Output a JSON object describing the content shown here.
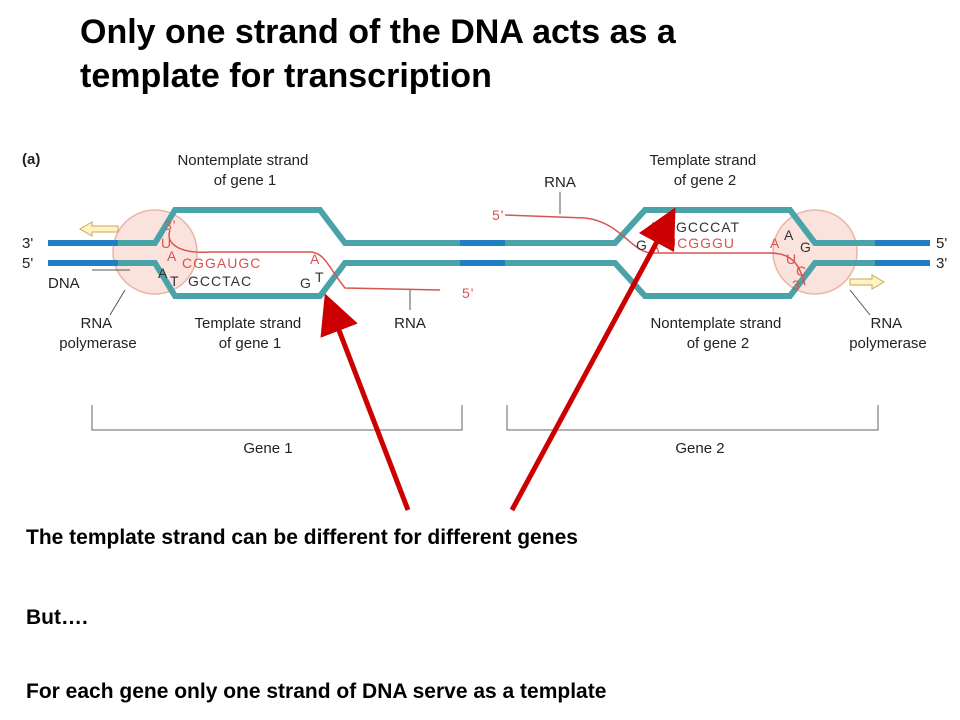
{
  "title": {
    "line1": "Only one strand of the DNA acts as a",
    "line2": "template for transcription"
  },
  "diagram": {
    "panel_label": "(a)",
    "labels": {
      "nontemplate_gene1": [
        "Nontemplate strand",
        "of gene 1"
      ],
      "template_gene1": [
        "Template strand",
        "of gene 1"
      ],
      "template_gene2": [
        "Template strand",
        "of gene 2"
      ],
      "nontemplate_gene2": [
        "Nontemplate strand",
        "of gene 2"
      ],
      "rna_left_bottom": "RNA",
      "rna_right_top": "RNA",
      "dna": "DNA",
      "rna_polymerase_left": [
        "RNA",
        "polymerase"
      ],
      "rna_polymerase_right": [
        "RNA",
        "polymerase"
      ],
      "gene1": "Gene 1",
      "gene2": "Gene 2",
      "end_left_top": "3'",
      "end_left_bottom": "5'",
      "end_right_top": "5'",
      "end_right_bottom": "3'",
      "rna1_3prime": "3'",
      "rna1_5prime": "5'",
      "rna2_5prime": "5'",
      "rna2_3prime": "3'"
    },
    "sequences": {
      "gene1_rna": "CGGAUGC",
      "gene1_template": "GCCTAC",
      "gene1_rna_curve_top": "U",
      "gene1_rna_curve_bottom": "A",
      "gene1_template_curve_left": "A",
      "gene1_template_curve_right": "T",
      "gene1_template_tail": "G",
      "gene1_rna_tail": "A",
      "gene2_template": "GCCCAT",
      "gene2_rna": "UCGGGU",
      "gene2_template_left": "G",
      "gene2_template_left2": "T",
      "gene2_template_right": "A",
      "gene2_template_right2": "G",
      "gene2_rna_left": "A",
      "gene2_rna_right": "A",
      "gene2_rna_right2": "U",
      "gene2_rna_right3": "C"
    },
    "colors": {
      "dna_strand": "#4aa3a8",
      "dna_segment": "#1f7fc2",
      "rna_strand": "#d9534f",
      "polymerase_fill": "#fbe3dd",
      "polymerase_stroke": "#e8b5a8",
      "arrow": "#cc0000"
    }
  },
  "text": {
    "line1": "The template strand can be different for different genes",
    "line2": "But….",
    "line3": "For each gene only one strand of DNA serve as a template"
  }
}
